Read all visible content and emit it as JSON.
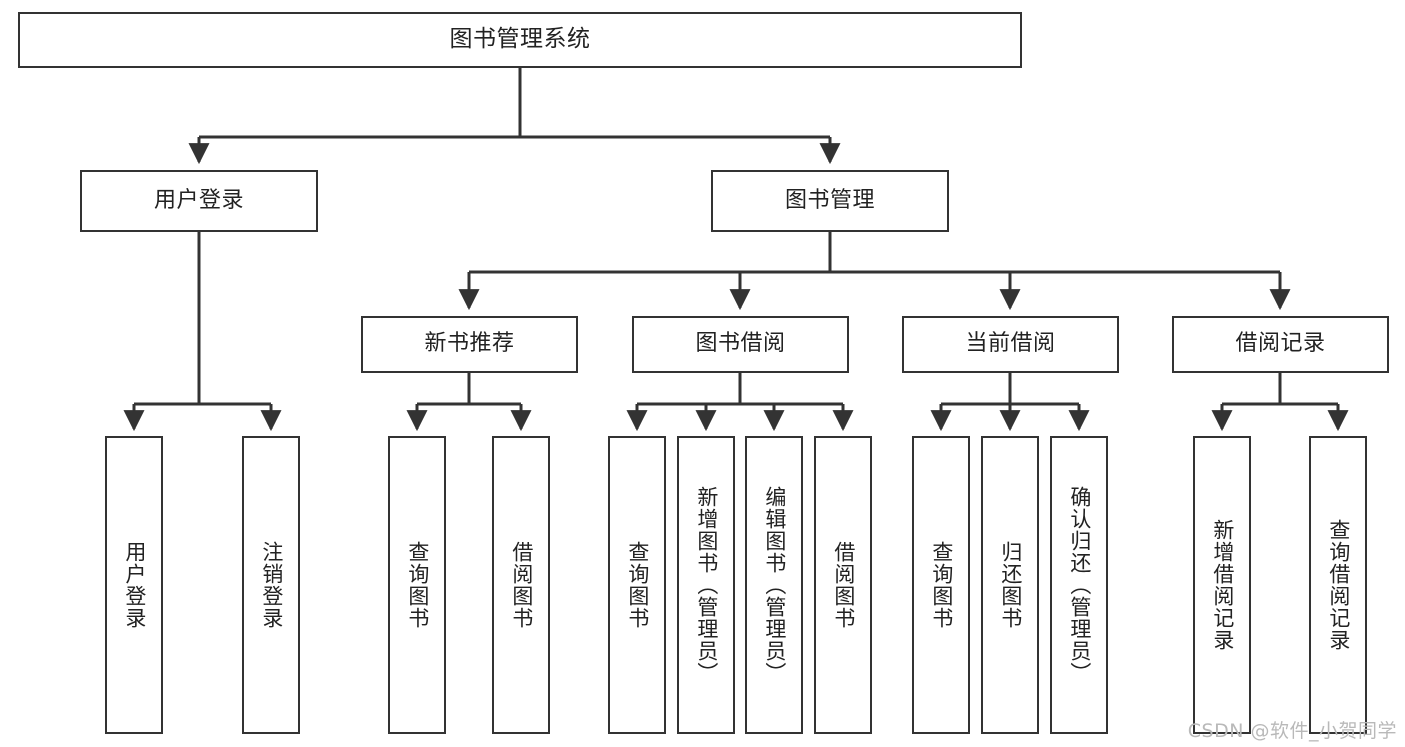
{
  "diagram": {
    "title": "图书管理系统",
    "type": "tree-hierarchy-chart",
    "watermark": "CSDN @软件_小贺同学",
    "colors": {
      "border": "#333333",
      "background": "#ffffff",
      "text": "#222222",
      "watermark": "#b9b9b9"
    }
  },
  "nodes": {
    "root": {
      "label": "图书管理系统"
    },
    "level2": [
      {
        "id": "user-login",
        "label": "用户登录"
      },
      {
        "id": "book-management",
        "label": "图书管理"
      }
    ],
    "level3": [
      {
        "id": "new-book-recommend",
        "label": "新书推荐"
      },
      {
        "id": "book-borrow",
        "label": "图书借阅"
      },
      {
        "id": "current-borrow",
        "label": "当前借阅"
      },
      {
        "id": "borrow-record",
        "label": "借阅记录"
      }
    ],
    "leaves": {
      "user-login": [
        {
          "id": "leaf-user-login",
          "label": "用户登录"
        },
        {
          "id": "leaf-user-logout",
          "label": "注销登录"
        }
      ],
      "new-book-recommend": [
        {
          "id": "leaf-query-book-1",
          "label": "查询图书"
        },
        {
          "id": "leaf-borrow-book-1",
          "label": "借阅图书"
        }
      ],
      "book-borrow": [
        {
          "id": "leaf-query-book-2",
          "label": "查询图书"
        },
        {
          "id": "leaf-add-book",
          "label": "新增图书（管理员）"
        },
        {
          "id": "leaf-edit-book",
          "label": "编辑图书（管理员）"
        },
        {
          "id": "leaf-borrow-book-2",
          "label": "借阅图书"
        }
      ],
      "current-borrow": [
        {
          "id": "leaf-query-book-3",
          "label": "查询图书"
        },
        {
          "id": "leaf-return-book",
          "label": "归还图书"
        },
        {
          "id": "leaf-confirm-return",
          "label": "确认归还（管理员）"
        }
      ],
      "borrow-record": [
        {
          "id": "leaf-add-record",
          "label": "新增借阅记录"
        },
        {
          "id": "leaf-query-record",
          "label": "查询借阅记录"
        }
      ]
    }
  }
}
